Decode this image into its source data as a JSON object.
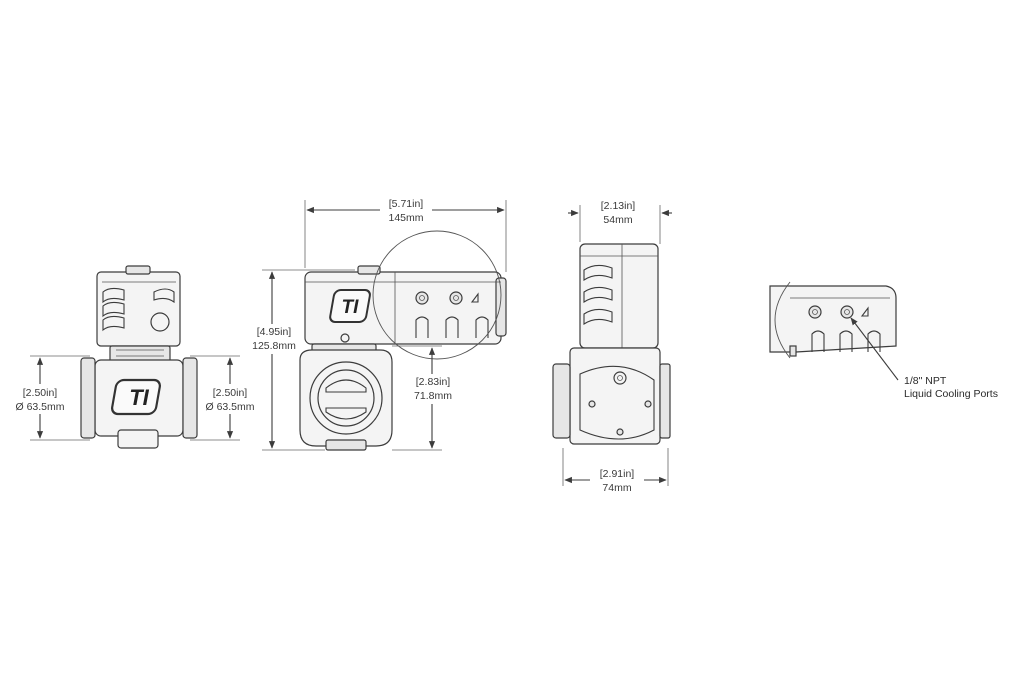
{
  "dimensions": {
    "front_inlet_in": "[2.50in]",
    "front_inlet_mm": "Ø 63.5mm",
    "front_outlet_in": "[2.50in]",
    "front_outlet_mm": "Ø 63.5mm",
    "side_length_in": "[5.71in]",
    "side_length_mm": "145mm",
    "side_height_in": "[4.95in]",
    "side_height_mm": "125.8mm",
    "side_center_in": "[2.83in]",
    "side_center_mm": "71.8mm",
    "rear_top_in": "[2.13in]",
    "rear_top_mm": "54mm",
    "rear_bottom_in": "[2.91in]",
    "rear_bottom_mm": "74mm"
  },
  "callout": {
    "line1": "1/8\" NPT",
    "line2": "Liquid Cooling Ports"
  },
  "logo": {
    "text": "TI"
  }
}
